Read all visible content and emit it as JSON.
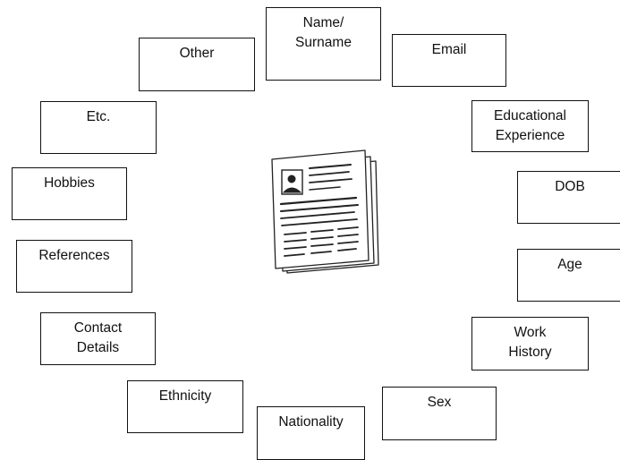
{
  "center_icon": "resume-document-icon",
  "colors": {
    "stroke": "#111111",
    "background": "#ffffff"
  },
  "fields": [
    {
      "id": "name-surname",
      "label": "Name/\nSurname"
    },
    {
      "id": "email",
      "label": "Email"
    },
    {
      "id": "educational-experience",
      "label": "Educational\nExperience"
    },
    {
      "id": "dob",
      "label": "DOB"
    },
    {
      "id": "age",
      "label": "Age"
    },
    {
      "id": "work-history",
      "label": "Work\nHistory"
    },
    {
      "id": "sex",
      "label": "Sex"
    },
    {
      "id": "nationality",
      "label": "Nationality"
    },
    {
      "id": "ethnicity",
      "label": "Ethnicity"
    },
    {
      "id": "contact-details",
      "label": "Contact\nDetails"
    },
    {
      "id": "references",
      "label": "References"
    },
    {
      "id": "hobbies",
      "label": "Hobbies"
    },
    {
      "id": "etc",
      "label": "Etc."
    },
    {
      "id": "other",
      "label": "Other"
    }
  ]
}
